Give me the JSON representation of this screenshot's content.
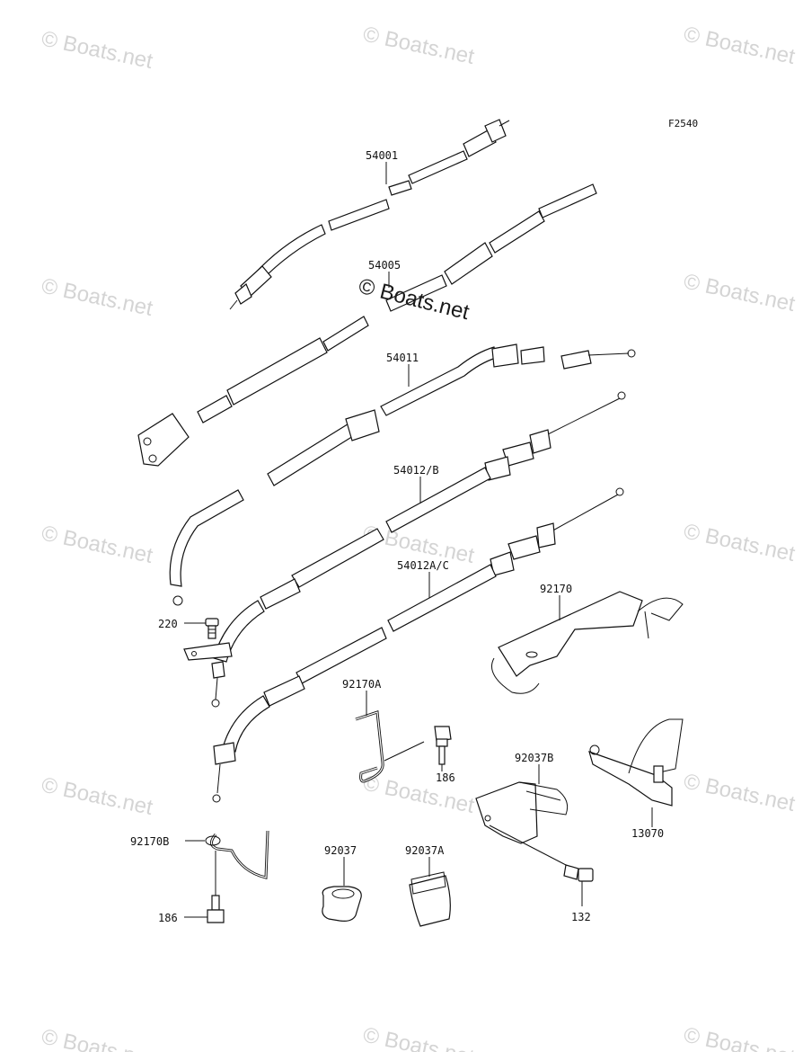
{
  "figure_code": "F2540",
  "watermark": {
    "text": "© Boats.net"
  },
  "labels": {
    "p54001": "54001",
    "p54005": "54005",
    "p54011": "54011",
    "p54012b": "54012/B",
    "p54012ac": "54012A/C",
    "p92170": "92170",
    "p92170a": "92170A",
    "p92170b": "92170B",
    "p220": "220",
    "p186a": "186",
    "p186b": "186",
    "p92037": "92037",
    "p92037a": "92037A",
    "p92037b": "92037B",
    "p13070": "13070",
    "p132": "132"
  }
}
